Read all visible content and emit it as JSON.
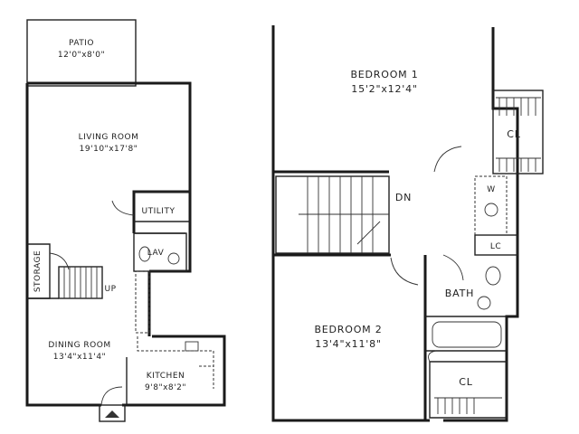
{
  "first_floor": {
    "patio": {
      "name": "PATIO",
      "dims": "12'0\"x8'0\""
    },
    "living_room": {
      "name": "LIVING ROOM",
      "dims": "19'10\"x17'8\""
    },
    "utility": {
      "name": "UTILITY"
    },
    "lav": {
      "name": "LAV"
    },
    "storage": {
      "name": "STORAGE"
    },
    "stairs_up": {
      "name": "UP"
    },
    "dining_room": {
      "name": "DINING ROOM",
      "dims": "13'4\"x11'4\""
    },
    "kitchen": {
      "name": "KITCHEN",
      "dims": "9'8\"x8'2\""
    }
  },
  "second_floor": {
    "bedroom1": {
      "name": "BEDROOM 1",
      "dims": "15'2\"x12'4\""
    },
    "bedroom2": {
      "name": "BEDROOM 2",
      "dims": "13'4\"x11'8\""
    },
    "stairs_dn": {
      "name": "DN"
    },
    "closet1": {
      "name": "CL"
    },
    "closet2": {
      "name": "CL"
    },
    "linen_closet": {
      "name": "LC"
    },
    "washer_dryer": {
      "name": "W"
    },
    "bath": {
      "name": "BATH"
    }
  }
}
